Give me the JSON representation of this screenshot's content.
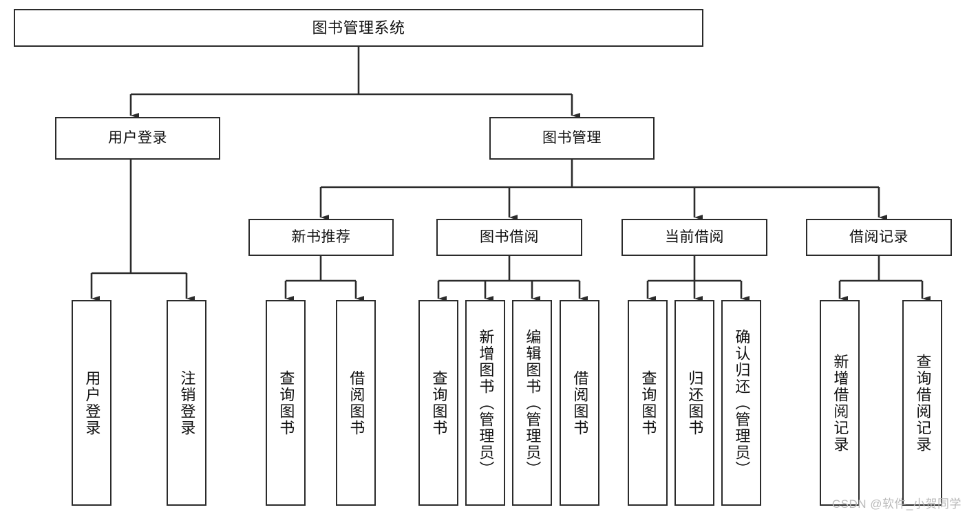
{
  "diagram": {
    "type": "tree",
    "title": "图书管理系统",
    "orientation": "top-down",
    "colors": {
      "box_border": "#2b2b2b",
      "box_fill": "#ffffff",
      "connector": "#2b2b2b",
      "text": "#111111",
      "watermark": "#b9b9b9",
      "background": "#ffffff"
    },
    "levels": 4
  },
  "root": {
    "id": "root",
    "label": "图书管理系统"
  },
  "level2": [
    {
      "id": "user-login",
      "label": "用户登录"
    },
    {
      "id": "book-manage",
      "label": "图书管理"
    }
  ],
  "level3": [
    {
      "id": "new-book-recommend",
      "label": "新书推荐"
    },
    {
      "id": "book-borrow",
      "label": "图书借阅"
    },
    {
      "id": "current-borrow",
      "label": "当前借阅"
    },
    {
      "id": "borrow-record",
      "label": "借阅记录"
    }
  ],
  "leaves": [
    {
      "id": "leaf-user-login",
      "label": "用户登录",
      "parent": "user-login"
    },
    {
      "id": "leaf-logout-login",
      "label": "注销登录",
      "parent": "user-login"
    },
    {
      "id": "leaf-query-book-1",
      "label": "查询图书",
      "parent": "new-book-recommend"
    },
    {
      "id": "leaf-borrow-book-1",
      "label": "借阅图书",
      "parent": "new-book-recommend"
    },
    {
      "id": "leaf-query-book-2",
      "label": "查询图书",
      "parent": "book-borrow"
    },
    {
      "id": "leaf-add-book",
      "label": "新增图书（管理员）",
      "parent": "book-borrow"
    },
    {
      "id": "leaf-edit-book",
      "label": "编辑图书（管理员）",
      "parent": "book-borrow"
    },
    {
      "id": "leaf-borrow-book-2",
      "label": "借阅图书",
      "parent": "book-borrow"
    },
    {
      "id": "leaf-query-book-3",
      "label": "查询图书",
      "parent": "current-borrow"
    },
    {
      "id": "leaf-return-book",
      "label": "归还图书",
      "parent": "current-borrow"
    },
    {
      "id": "leaf-confirm-return",
      "label": "确认归还（管理员）",
      "parent": "current-borrow"
    },
    {
      "id": "leaf-add-borrow-record",
      "label": "新增借阅记录",
      "parent": "borrow-record"
    },
    {
      "id": "leaf-query-borrow-record",
      "label": "查询借阅记录",
      "parent": "borrow-record"
    }
  ],
  "watermark": {
    "text": "CSDN @软件_小贺同学"
  }
}
